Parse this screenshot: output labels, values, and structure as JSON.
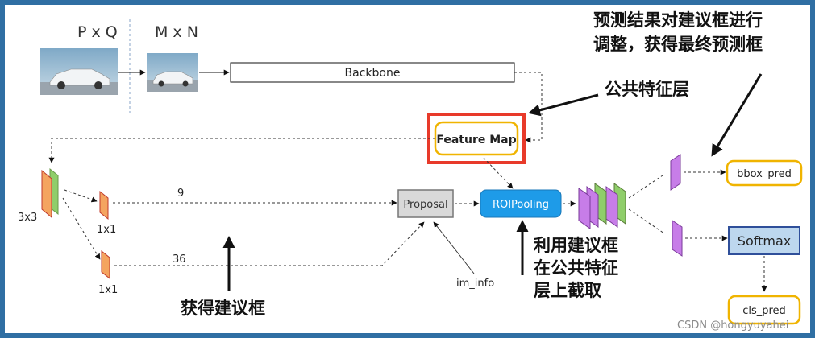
{
  "labels": {
    "input_size": "P x Q",
    "resized_size": "M x N",
    "backbone": "Backbone",
    "feature_map": "Feature Map",
    "conv3x3": "3x3",
    "conv1x1_top": "1x1",
    "conv1x1_bottom": "1x1",
    "anchors_cls": "9",
    "anchors_reg": "36",
    "proposal": "Proposal",
    "roipooling": "ROIPooling",
    "im_info": "im_info",
    "bbox_pred": "bbox_pred",
    "softmax": "Softmax",
    "cls_pred": "cls_pred"
  },
  "annotations": {
    "refine_line1": "预测结果对建议框进行",
    "refine_line2": "调整，获得最终预测框",
    "shared_feature": "公共特征层",
    "crop_line1": "利用建议框",
    "crop_line2": "在公共特征",
    "crop_line3": "层上截取",
    "get_proposals": "获得建议框"
  },
  "watermark": "CSDN @hongyuyahei",
  "colors": {
    "border": "#2f6fa3",
    "feature_map_border": "#e83a2a",
    "feature_map_inner": "#f0b400",
    "roipooling_fill": "#1e9be8",
    "proposal_fill": "#d9d9d9",
    "softmax_fill": "#bdd7ee",
    "softmax_border": "#2f4f9a",
    "orange_layer": "#f4a460",
    "green_layer": "#8fce6a",
    "purple_layer": "#c77de8"
  }
}
